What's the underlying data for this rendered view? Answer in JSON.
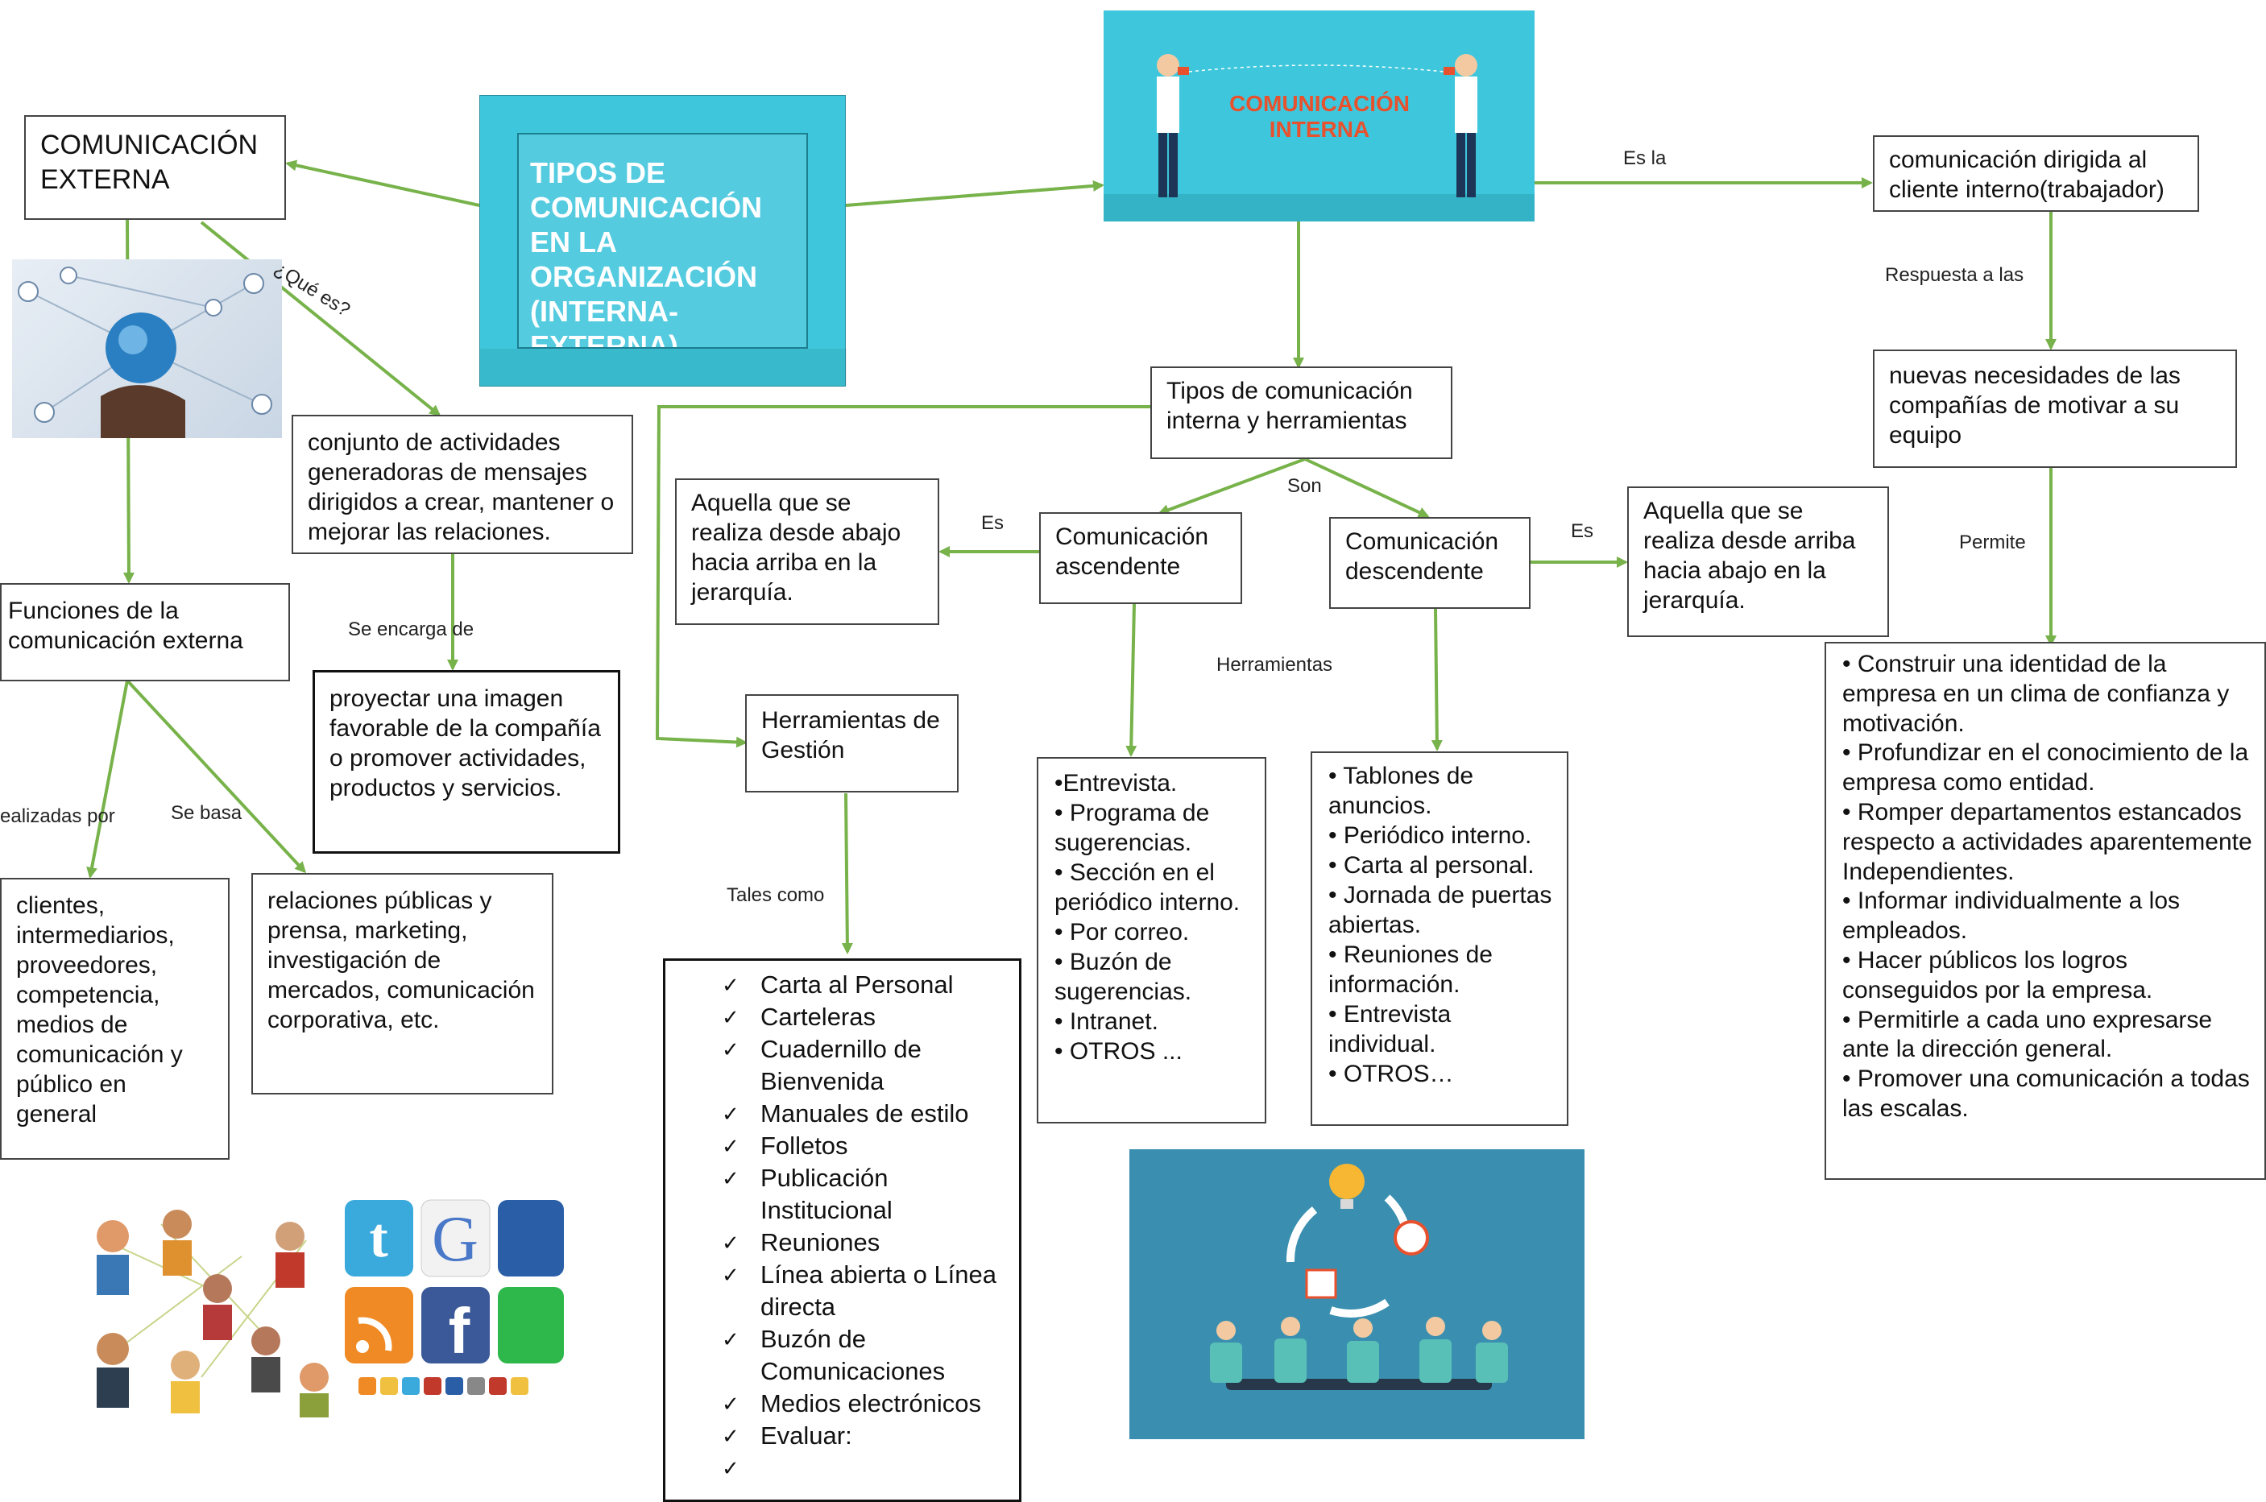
{
  "central": {
    "title": "TIPOS DE COMUNICACIÓN EN LA ORGANIZACIÓN (INTERNA-EXTERNA)"
  },
  "banner": {
    "line1": "COMUNICACIÓN",
    "line2": "INTERNA"
  },
  "externa": {
    "title": "COMUNICACIÓN EXTERNA",
    "que_es_label": "¿Qué es?",
    "definicion": "conjunto de actividades generadoras de mensajes dirigidos a crear, mantener o mejorar las relaciones.",
    "se_encarga_label": "Se encarga de",
    "proyectar": "proyectar una imagen favorable de la compañía o promover actividades, productos y servicios.",
    "funciones": "Funciones de la comunicación externa",
    "realizadas_label": "ealizadas por",
    "se_basa_label": "Se basa",
    "clientes": "clientes, intermediarios, proveedores, competencia, medios de comunicación y público en general",
    "relaciones": "relaciones públicas y prensa, marketing, investigación de mercados, comunicación corporativa, etc."
  },
  "interna": {
    "es_la_label": "Es la",
    "dirigida": "comunicación dirigida al cliente interno(trabajador)",
    "respuesta_label": "Respuesta a las",
    "necesidades": "nuevas necesidades de las compañías de motivar a su equipo",
    "permite_label": "Permite",
    "objetivos": [
      "• Construir una identidad de la empresa en un clima de confianza y motivación.",
      "• Profundizar en el conocimiento de la empresa como entidad.",
      "• Romper departamentos estancados respecto a actividades aparentemente Independientes.",
      "• Informar individualmente a los empleados.",
      "• Hacer públicos los logros conseguidos por la empresa.",
      "• Permitirle a cada uno expresarse ante la dirección general.",
      "• Promover una comunicación a todas las escalas."
    ],
    "tipos": "Tipos de comunicación interna y herramientas",
    "son_label": "Son",
    "ascendente": "Comunicación ascendente",
    "descendente": "Comunicación descendente",
    "es_label_left": "Es",
    "es_label_right": "Es",
    "asc_def": "Aquella que se realiza desde abajo hacia arriba en la jerarquía.",
    "desc_def": "Aquella que se realiza desde arriba hacia abajo en la jerarquía.",
    "herramientas_label": "Herramientas",
    "asc_tools": [
      "•Entrevista.",
      "• Programa de sugerencias.",
      "• Sección en el periódico interno.",
      "• Por correo.",
      "• Buzón de sugerencias.",
      "• Intranet.",
      "• OTROS ..."
    ],
    "desc_tools": [
      "• Tablones de anuncios.",
      "• Periódico interno.",
      "• Carta al personal.",
      "• Jornada de puertas abiertas.",
      "• Reuniones de información.",
      "• Entrevista individual.",
      "• OTROS…"
    ],
    "herr_gestion": "Herramientas de Gestión",
    "tales_como_label": "Tales como",
    "check_mark": "✓",
    "gestion_list": [
      "Carta al Personal",
      "Carteleras",
      "Cuadernillo de Bienvenida",
      "Manuales de estilo",
      "Folletos",
      "Publicación Institucional",
      "Reuniones",
      "Línea abierta o Línea directa",
      "Buzón de Comunicaciones",
      "Medios electrónicos",
      "Evaluar:",
      ""
    ]
  },
  "icons": {
    "network_image": "globe-network-image",
    "social_image": "social-media-icons-image",
    "meeting_image": "business-meeting-image"
  },
  "colors": {
    "arrow": "#77b24a",
    "central_fill": "#3ec7dc",
    "banner_bg": "#3ec7dc",
    "banner_text": "#e8512d"
  }
}
